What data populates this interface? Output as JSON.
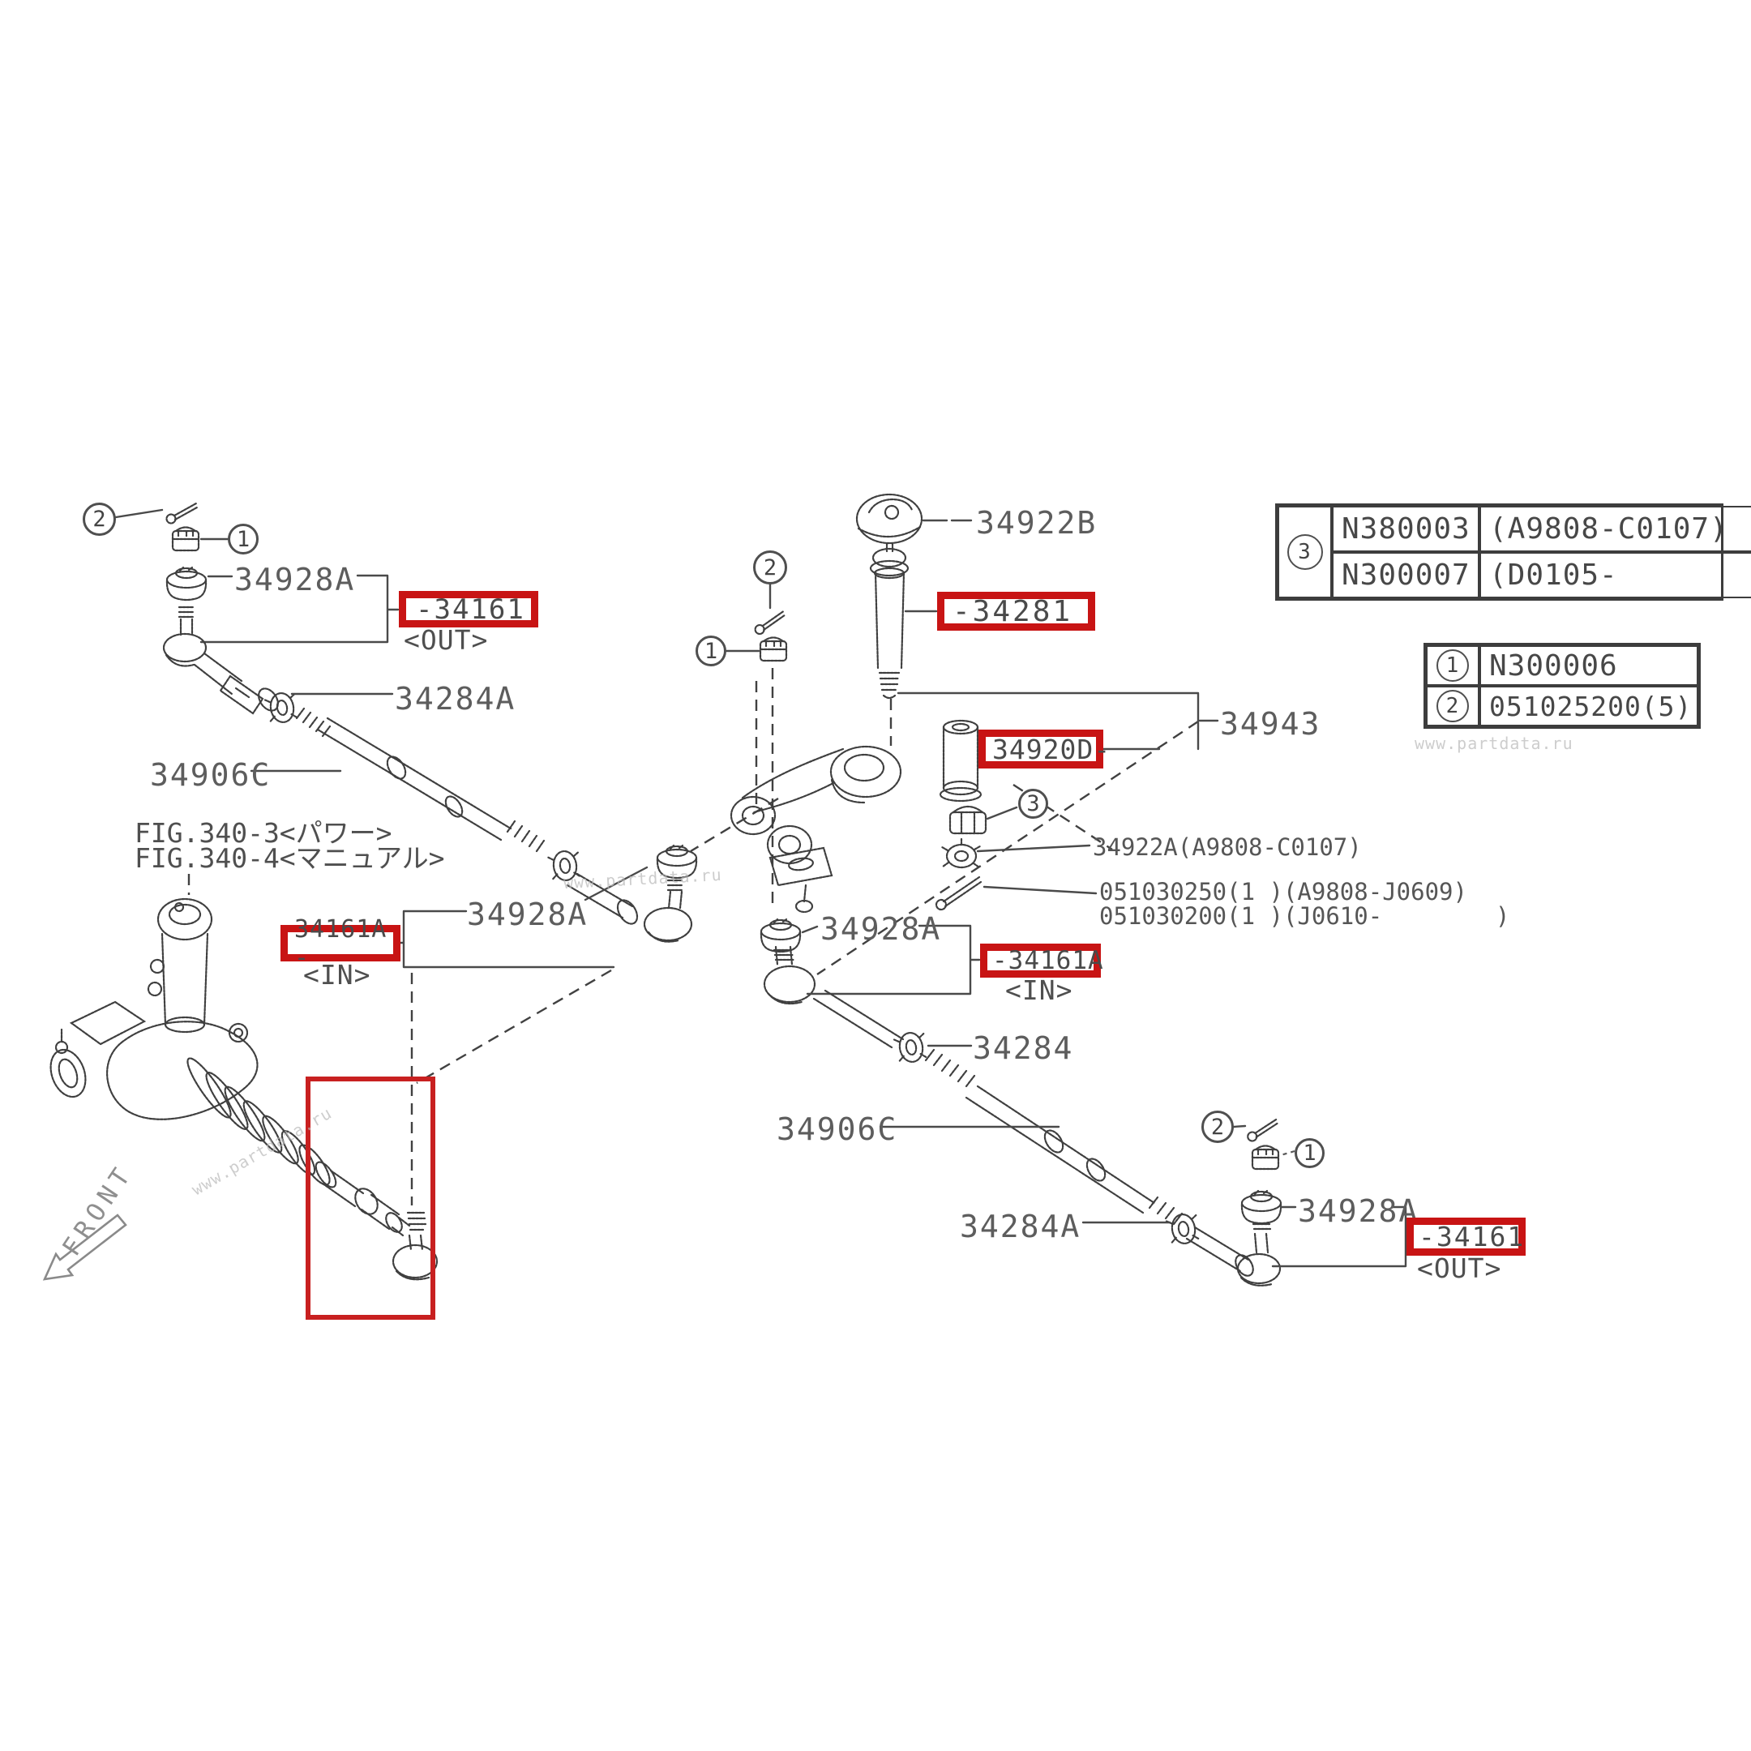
{
  "callouts": {
    "one": "1",
    "two": "2",
    "three": "3"
  },
  "parts": {
    "p34928A": "34928A",
    "p34284A": "34284A",
    "p34906C": "34906C",
    "p34284": "34284",
    "p34922B": "34922B",
    "p34943": "34943",
    "fig_power": "FIG.340-3<パワー>",
    "fig_manual": "FIG.340-4<マニュアル>",
    "front": "FRONT"
  },
  "highlighted": {
    "out_left": "-34161",
    "out_left_sub": "<OUT>",
    "p34281": "-34281",
    "p34920D": "34920D-",
    "in_left": "34161A -",
    "in_left_sub": "<IN>",
    "in_right": "-34161A",
    "in_right_sub": "<IN>",
    "out_right": "-34161",
    "out_right_sub": "<OUT>"
  },
  "notes": {
    "bolt_note": "34922A(A9808-C0107)",
    "screw_note_a": "051030250(1 )(A9808-J0609)",
    "screw_note_b": "051030200(1 )(J0610-        )"
  },
  "tables": {
    "three": {
      "callout": "3",
      "r1_part": "N380003",
      "r1_range": "(A9808-C0107)",
      "r2_part": "N300007",
      "r2_range": "(D0105-        )"
    },
    "onetwo": {
      "r1_callout": "1",
      "r1_part": "N300006",
      "r2_callout": "2",
      "r2_part": "051025200(5)"
    }
  },
  "watermark": "www.partdata.ru",
  "colors": {
    "highlight": "#c81414",
    "line": "#3f3f3f",
    "label": "#5d5d5d"
  }
}
